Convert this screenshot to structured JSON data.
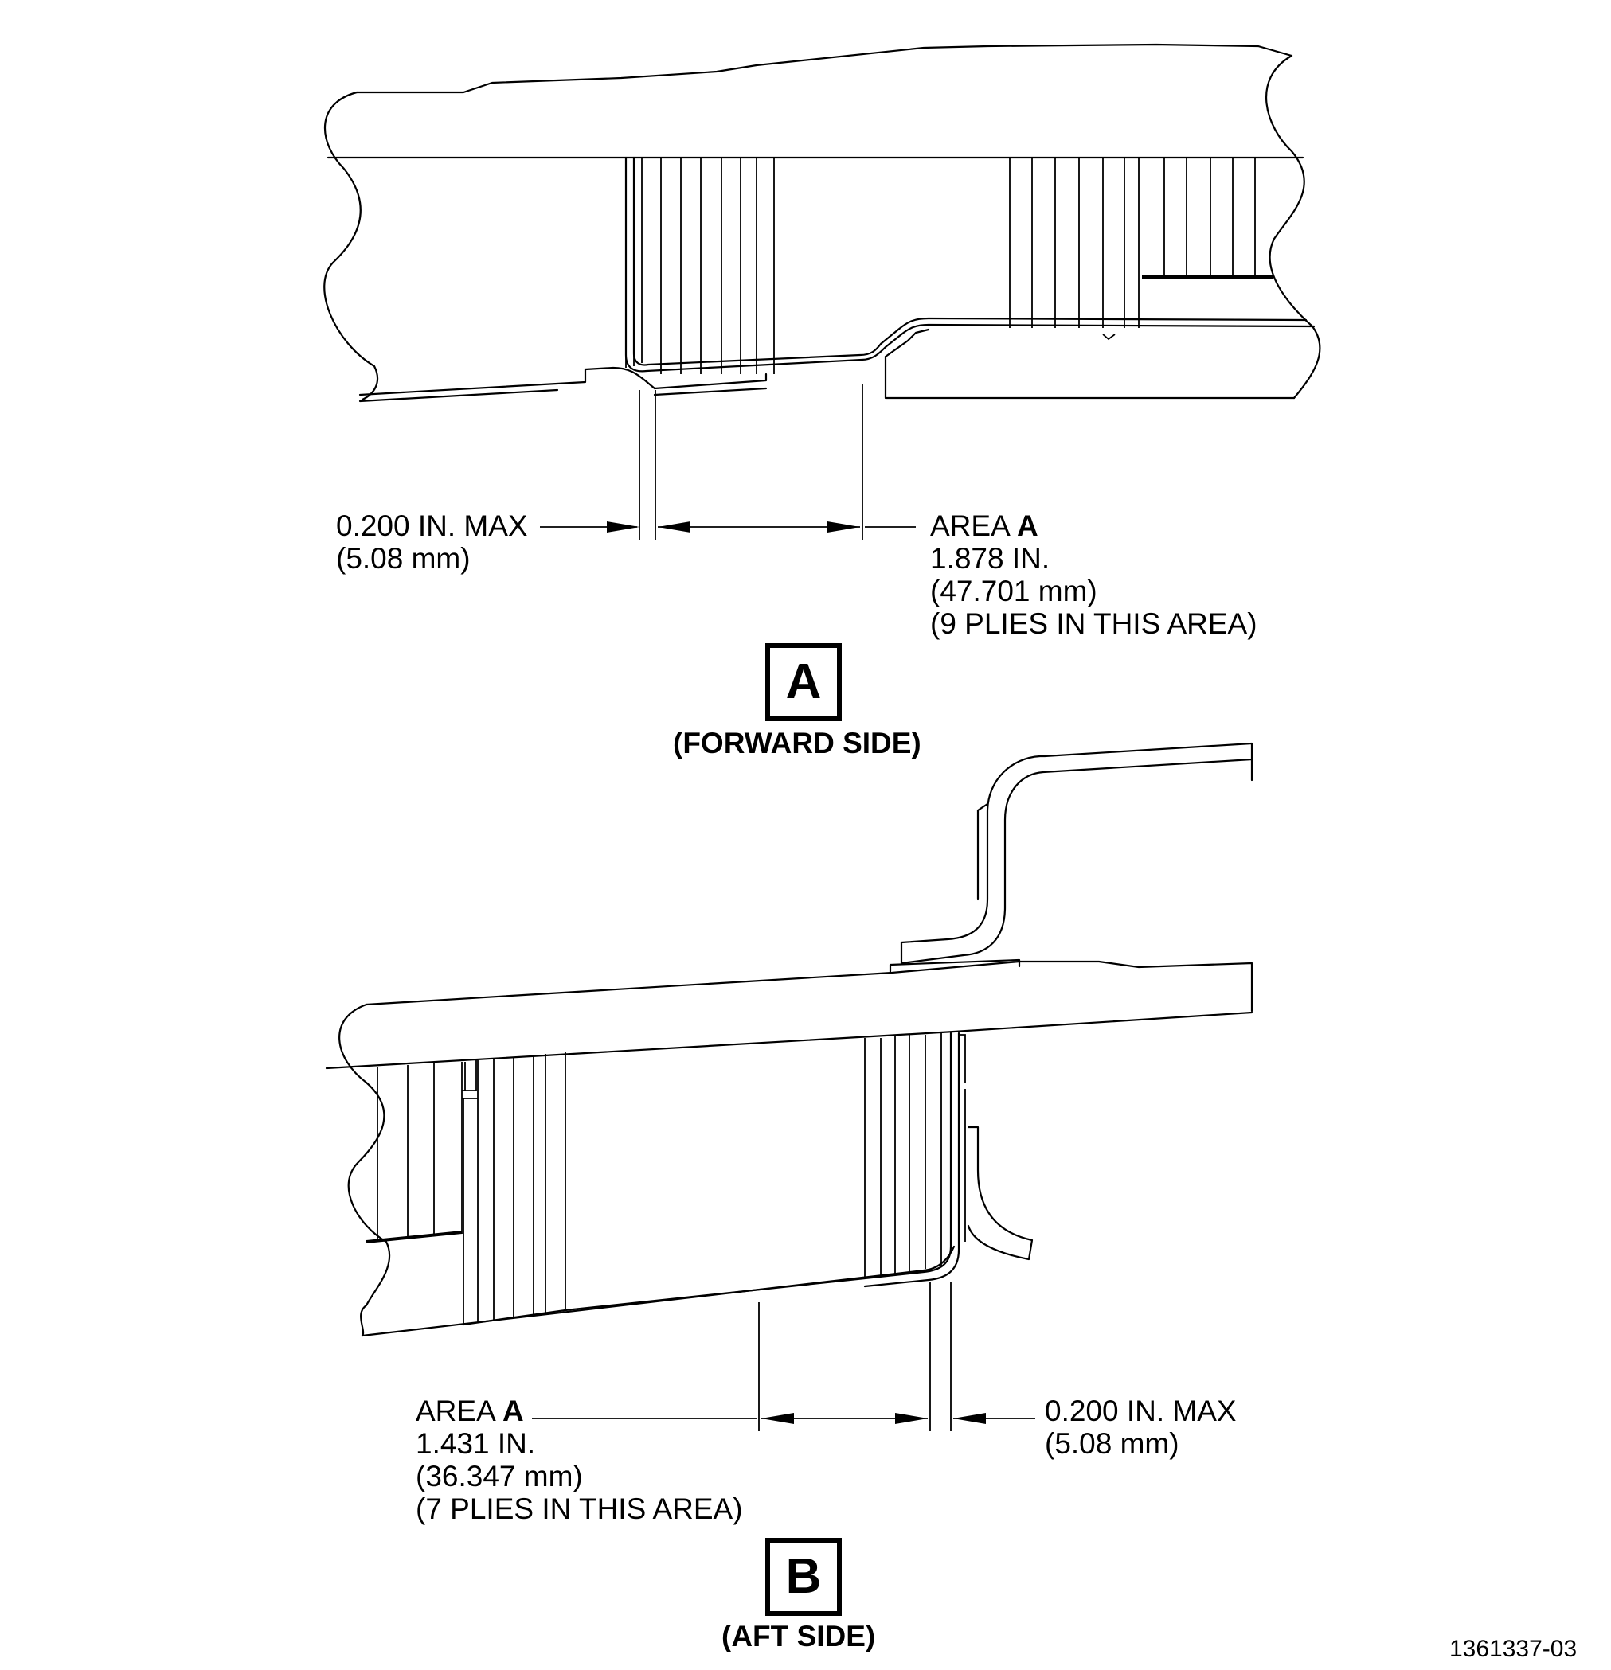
{
  "views": [
    {
      "id": "A",
      "caption": "(FORWARD SIDE)",
      "max_label": "0.200 IN. MAX",
      "max_metric": "(5.08 mm)",
      "area_prefix": "AREA",
      "area_letter": "A",
      "area_length_in": "1.878 IN.",
      "area_length_mm": "(47.701 mm)",
      "plies_note": "(9 PLIES IN THIS AREA)"
    },
    {
      "id": "B",
      "caption": "(AFT SIDE)",
      "max_label": "0.200 IN. MAX",
      "max_metric": "(5.08 mm)",
      "area_prefix": "AREA",
      "area_letter": "A",
      "area_length_in": "1.431 IN.",
      "area_length_mm": "(36.347 mm)",
      "plies_note": "(7 PLIES IN THIS AREA)"
    }
  ],
  "figure_number": "1361337-03"
}
